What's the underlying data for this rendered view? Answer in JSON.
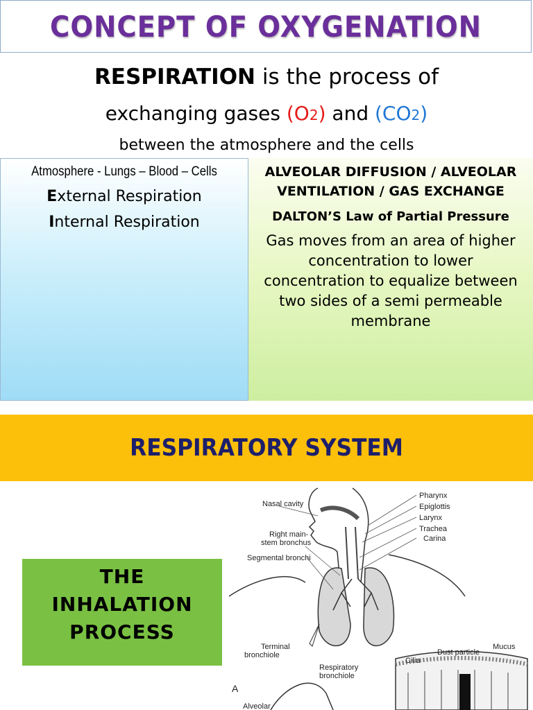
{
  "title": "CONCEPT OF OXYGENATION",
  "intro": {
    "keyword": "RESPIRATION",
    "line1_rest": " is the process of",
    "line2_a": "exchanging gases ",
    "o2_open": "(O",
    "o2_sub": "2",
    "o2_close": ")",
    "and": " and ",
    "co2_open": "(CO",
    "co2_sub": "2",
    "co2_close": ")",
    "line3": "between the atmosphere and the cells"
  },
  "left_panel": {
    "flow": "Atmosphere - Lungs – Blood – Cells",
    "external_initial": "E",
    "external_rest": "xternal Respiration",
    "internal_initial": "I",
    "internal_rest": "nternal Respiration"
  },
  "right_panel": {
    "heading": "ALVEOLAR DIFFUSION / ALVEOLAR VENTILATION / GAS EXCHANGE",
    "law": "DALTON’S Law of Partial Pressure",
    "description": "Gas moves from an area of higher concentration to lower concentration to equalize between two sides of a semi permeable membrane"
  },
  "band": {
    "label": "RESPIRATORY SYSTEM"
  },
  "inhalation": {
    "line1": "THE",
    "line2": "INHALATION",
    "line3": "PROCESS"
  },
  "diagram": {
    "labels": {
      "nasal_cavity": "Nasal cavity",
      "right_main_1": "Right main-",
      "right_main_2": "stem bronchus",
      "segmental": "Segmental bronchi",
      "pharynx": "Pharynx",
      "epiglottis": "Epiglottis",
      "larynx": "Larynx",
      "trachea": "Trachea",
      "carina": "Carina",
      "terminal_1": "Terminal",
      "terminal_2": "bronchiole",
      "respiratory_1": "Respiratory",
      "respiratory_2": "bronchiole",
      "dust": "Dust particle",
      "mucus": "Mucus",
      "cilia": "Cilia",
      "alveolar": "Alveolar",
      "panel_letter": "A"
    }
  },
  "colors": {
    "title": "#6a2f9a",
    "o2": "#e41b17",
    "co2": "#1f77d4",
    "band": "#fcbf0a",
    "band_text": "#1d1f6b",
    "green_box": "#7ac143"
  }
}
